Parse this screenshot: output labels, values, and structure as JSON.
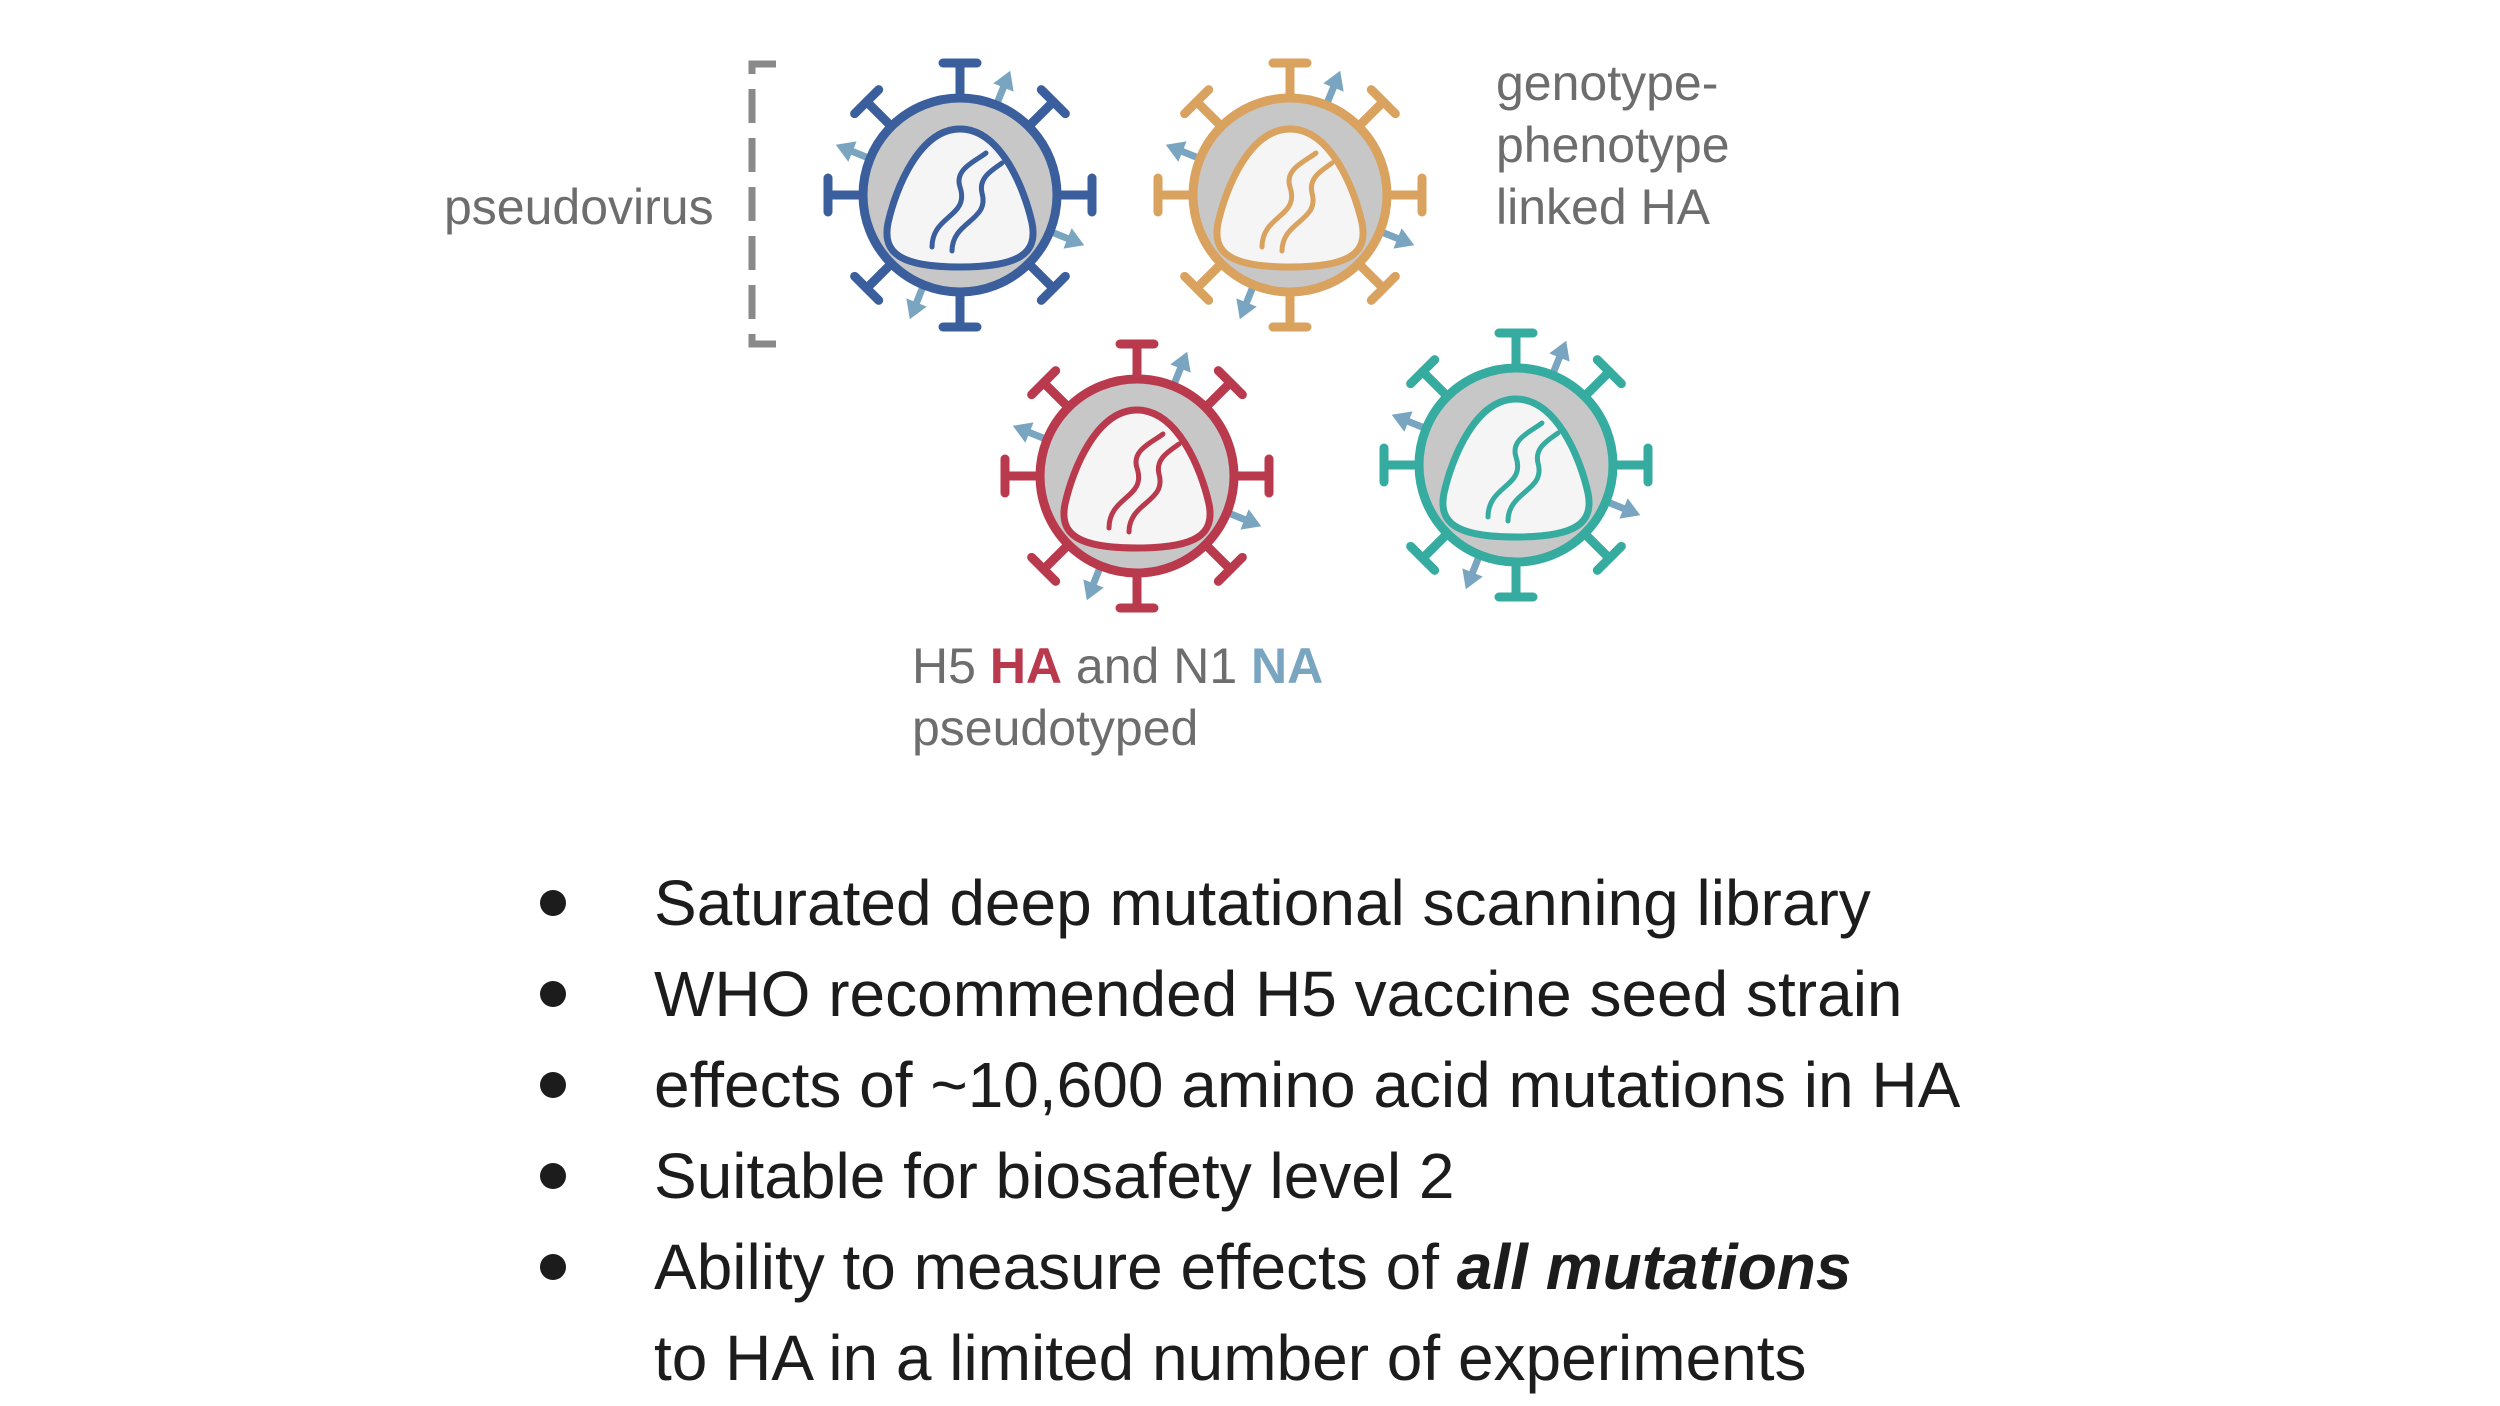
{
  "labels": {
    "pseudovirus": "pseudovirus",
    "genotype_line1": "genotype-",
    "genotype_line2": "phenotype",
    "genotype_line3": "linked HA",
    "pseudotyped_pre": "H5 ",
    "pseudotyped_ha": "HA",
    "pseudotyped_mid": " and N1 ",
    "pseudotyped_na": "NA",
    "pseudotyped_line2": "pseudotyped"
  },
  "bullets": {
    "b1": "Saturated deep mutational scanning library",
    "b2": "WHO recommended H5 vaccine seed strain",
    "b3": "effects of ~10,600 amino acid mutations in HA",
    "b4": "Suitable for biosafety level 2",
    "b5_pre": "Ability to measure effects of ",
    "b5_emph": "all mutations",
    "b5_line2": "to HA in a limited number of experiments"
  },
  "colors": {
    "virus_blue": "#3a5f9c",
    "virus_orange": "#d9a25e",
    "virus_red": "#b9394d",
    "virus_teal": "#36aba0",
    "na_arrow": "#7aa5c0",
    "envelope_gray": "#c7c7c7",
    "core_fill": "#f5f5f5",
    "bracket_gray": "#8a8a8a"
  },
  "icons": [
    "virus-particle-icon",
    "ha-spike-icon",
    "na-arrow-icon",
    "rna-strand-icon",
    "bullet-dot-icon"
  ]
}
